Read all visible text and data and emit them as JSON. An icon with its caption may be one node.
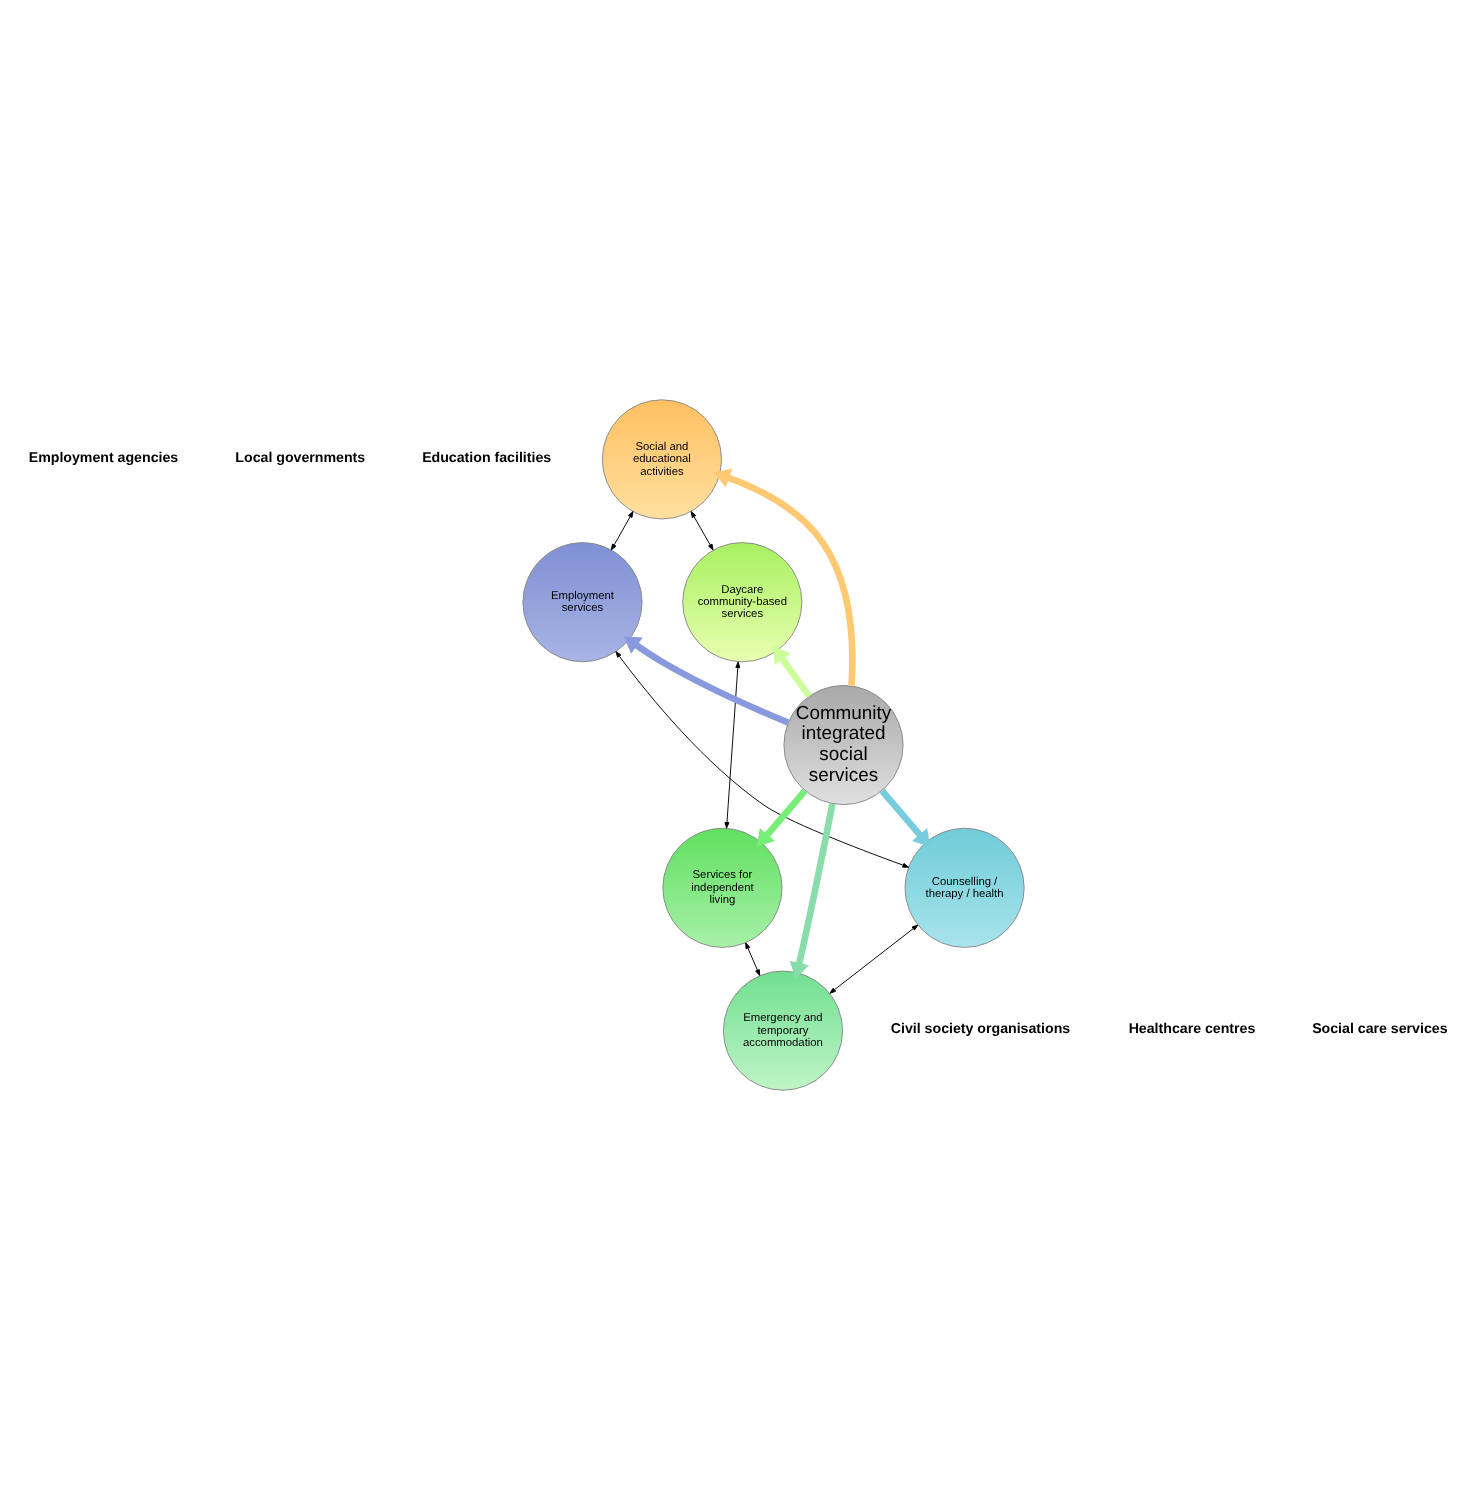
{
  "diagram": {
    "nodes": [
      {
        "text": [
          "Social and educational activities"
        ]
      },
      {
        "text": [
          "Employment services"
        ]
      },
      {
        "text": [
          "Daycare community-based services"
        ]
      },
      {
        "text": [
          "Community integrated social services"
        ]
      },
      {
        "text": [
          "Counselling / therapy / health"
        ]
      },
      {
        "text": [
          "Services for independent living"
        ]
      },
      {
        "text": [
          "Emergency and temporary accommodation"
        ]
      }
    ],
    "edges": [
      {
        "from": 0,
        "to": 1,
        "arrow": "both"
      },
      {
        "from": 0,
        "to": 2,
        "arrow": "both"
      },
      {
        "from": 1,
        "to": 4,
        "arrow": "both"
      },
      {
        "from": 2,
        "to": 5,
        "arrow": "both"
      },
      {
        "from": 4,
        "to": 6,
        "arrow": "both"
      },
      {
        "from": 5,
        "to": 6,
        "arrow": "both"
      },
      {
        "from": 3,
        "to": 0,
        "arrow": "to",
        "style": "thick",
        "color": "#ffc873"
      },
      {
        "from": 3,
        "to": 2,
        "arrow": "to",
        "style": "thick",
        "color": "#ccff99"
      },
      {
        "from": 3,
        "to": 5,
        "arrow": "to",
        "style": "thick",
        "color": "#77ee77"
      },
      {
        "from": 3,
        "to": 6,
        "arrow": "to",
        "style": "thick",
        "color": "#88ddaa"
      },
      {
        "from": 3,
        "to": 4,
        "arrow": "to",
        "style": "thick",
        "color": "#77ccdd"
      },
      {
        "from": 3,
        "to": 1,
        "arrow": "to",
        "style": "thick",
        "color": "#8899dd"
      }
    ],
    "labels": [
      "Employment agencies",
      "Local governments",
      "Education facilities",
      "Civil society organisations",
      "Healthcare centres",
      "Social care services"
    ]
  }
}
